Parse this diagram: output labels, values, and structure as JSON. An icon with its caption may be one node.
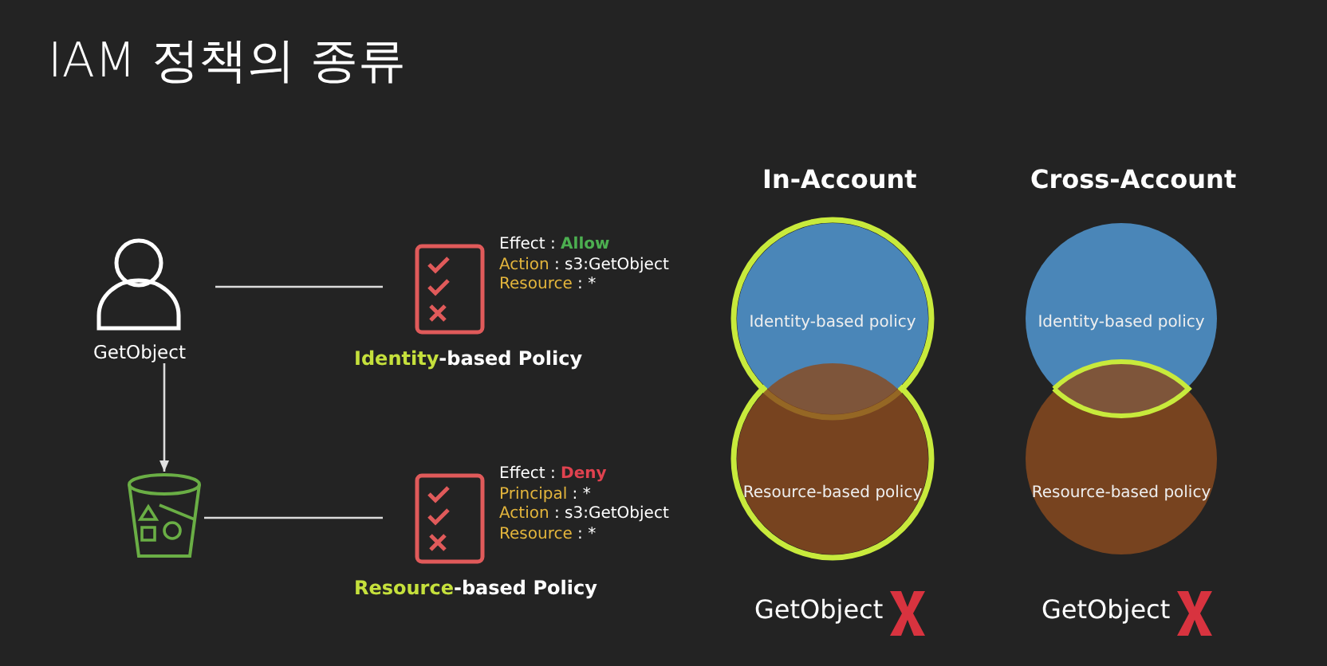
{
  "diagram": {
    "title": "IAM 정책의 종류",
    "nodes": [
      {
        "text": [],
        "shape": "person",
        "beside": [
          "GetObject"
        ]
      },
      {
        "text": [
          "Effect : Allow",
          "Action : s3:GetObject",
          "Resource : *"
        ],
        "beside": [
          "Identity-based Policy"
        ]
      },
      {
        "text": [],
        "shape": "bucket"
      },
      {
        "text": [
          "Effect : Deny",
          "Principal : *",
          "Action : s3:GetObject",
          "Resource : *"
        ],
        "beside": [
          "Resource-based Policy"
        ]
      },
      {
        "text": [
          "Identity-based policy"
        ]
      },
      {
        "text": [
          "Resource-based policy"
        ]
      },
      {
        "text": [
          "Identity-based policy"
        ]
      },
      {
        "text": [
          "Resource-based policy"
        ]
      }
    ],
    "edges": [
      {
        "from": 0,
        "to": 1,
        "arrow": "none"
      },
      {
        "from": 0,
        "to": 2,
        "arrow": "to"
      },
      {
        "from": 2,
        "to": 3,
        "arrow": "none"
      }
    ],
    "labels": [
      "In-Account",
      "Cross-Account",
      "GetObject",
      "GetObject"
    ]
  }
}
